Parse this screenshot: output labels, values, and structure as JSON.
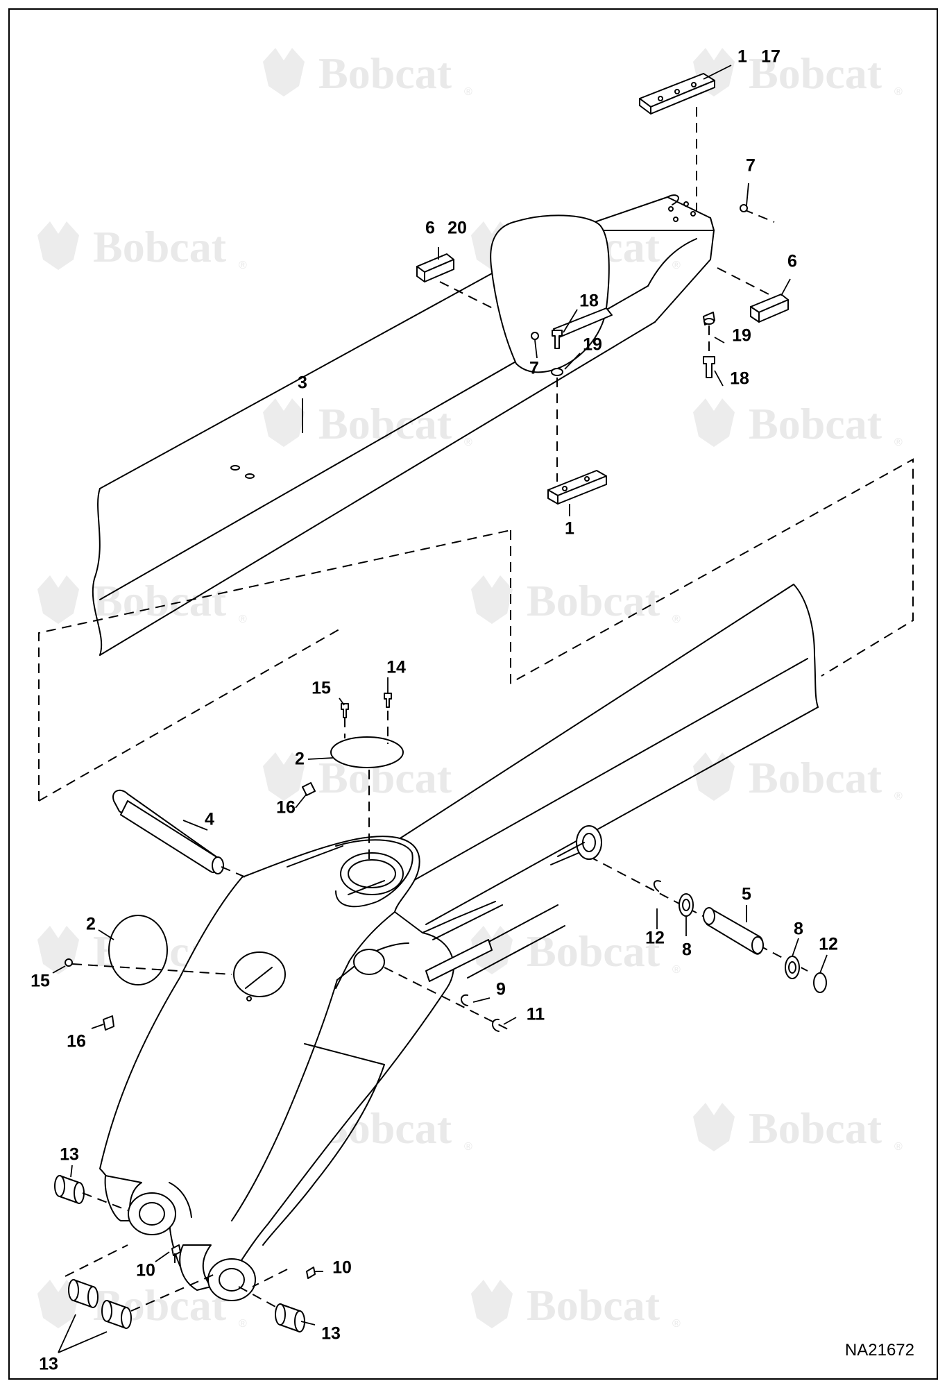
{
  "watermark": {
    "brand": "Bobcat",
    "mark": "®",
    "logo_icon": "bobcat-head-logo-icon"
  },
  "figure_code": "NA21672",
  "callouts": {
    "c1_top": "1",
    "c17": "17",
    "c7_top": "7",
    "c6_left": "6",
    "c20": "20",
    "c6_right": "6",
    "c18_a": "18",
    "c19_a": "19",
    "c7_mid": "7",
    "c19_b": "19",
    "c18_b": "18",
    "c3": "3",
    "c1_mid": "1",
    "c14": "14",
    "c15_a": "15",
    "c2_a": "2",
    "c16_a": "16",
    "c4": "4",
    "c5": "5",
    "c8_a": "8",
    "c12_a": "12",
    "c12_b": "12",
    "c8_b": "8",
    "c9": "9",
    "c11": "11",
    "c2_b": "2",
    "c15_b": "15",
    "c16_b": "16",
    "c13_a": "13",
    "c10_a": "10",
    "c10_b": "10",
    "c13_b": "13",
    "c13_c": "13"
  }
}
